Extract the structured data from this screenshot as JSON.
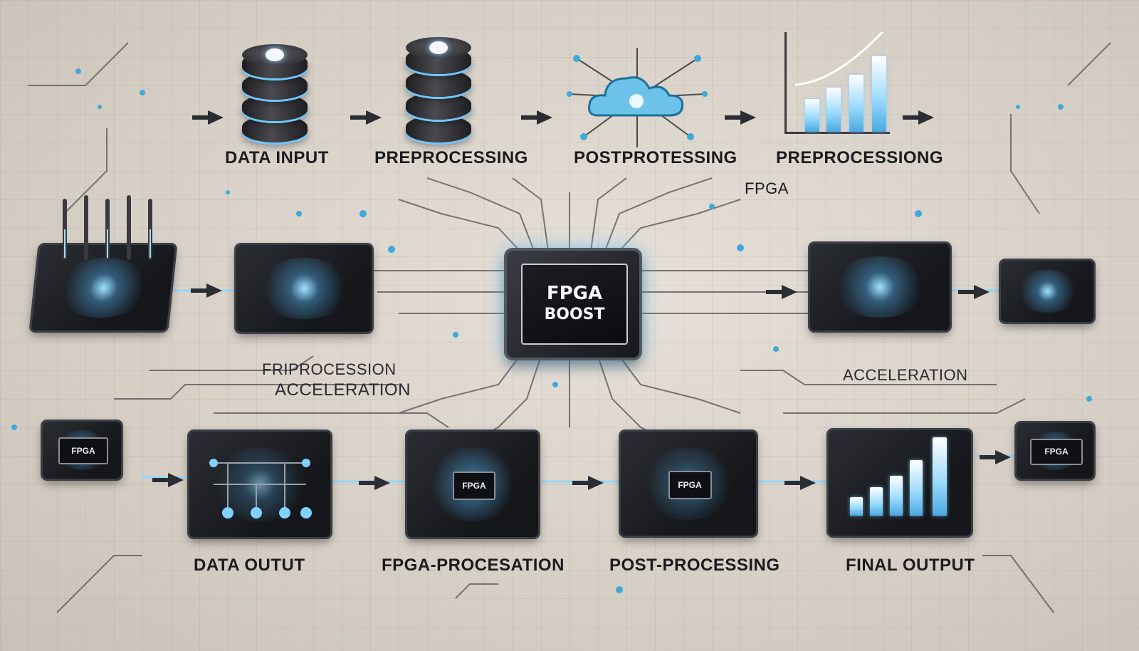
{
  "top_row": {
    "labels": [
      "DATA INPUT",
      "PREPROCESSING",
      "POSTPROTESSING",
      "PREPROCESSIONG"
    ],
    "fpga_caption": "FPGA"
  },
  "center_chip": {
    "line1": "FPGA",
    "line2": "BOOST"
  },
  "side_labels": {
    "left_line1": "FRIPROCESSION",
    "left_line2": "ACCELERATION",
    "right": "ACCELERATION"
  },
  "bottom_row": {
    "labels": [
      "DATA OUTUT",
      "FPGA-PROCESATION",
      "POST-PROCESSING",
      "FINAL OUTPUT"
    ]
  },
  "chip_marks": {
    "small_left": "FPGA",
    "bottom_2": "FPGA",
    "bottom_3": "FPGA",
    "small_right": "FPGA"
  },
  "colors": {
    "accent_glow": "#6ec8ff",
    "background": "#d6cfc6",
    "chip_dark": "#16181c",
    "text": "#1b1b1f"
  },
  "icons": [
    "database-icon",
    "cloud-icon",
    "bar-chart-icon",
    "circuit-board-icon",
    "fpga-chip-icon",
    "arrow-right-icon"
  ]
}
